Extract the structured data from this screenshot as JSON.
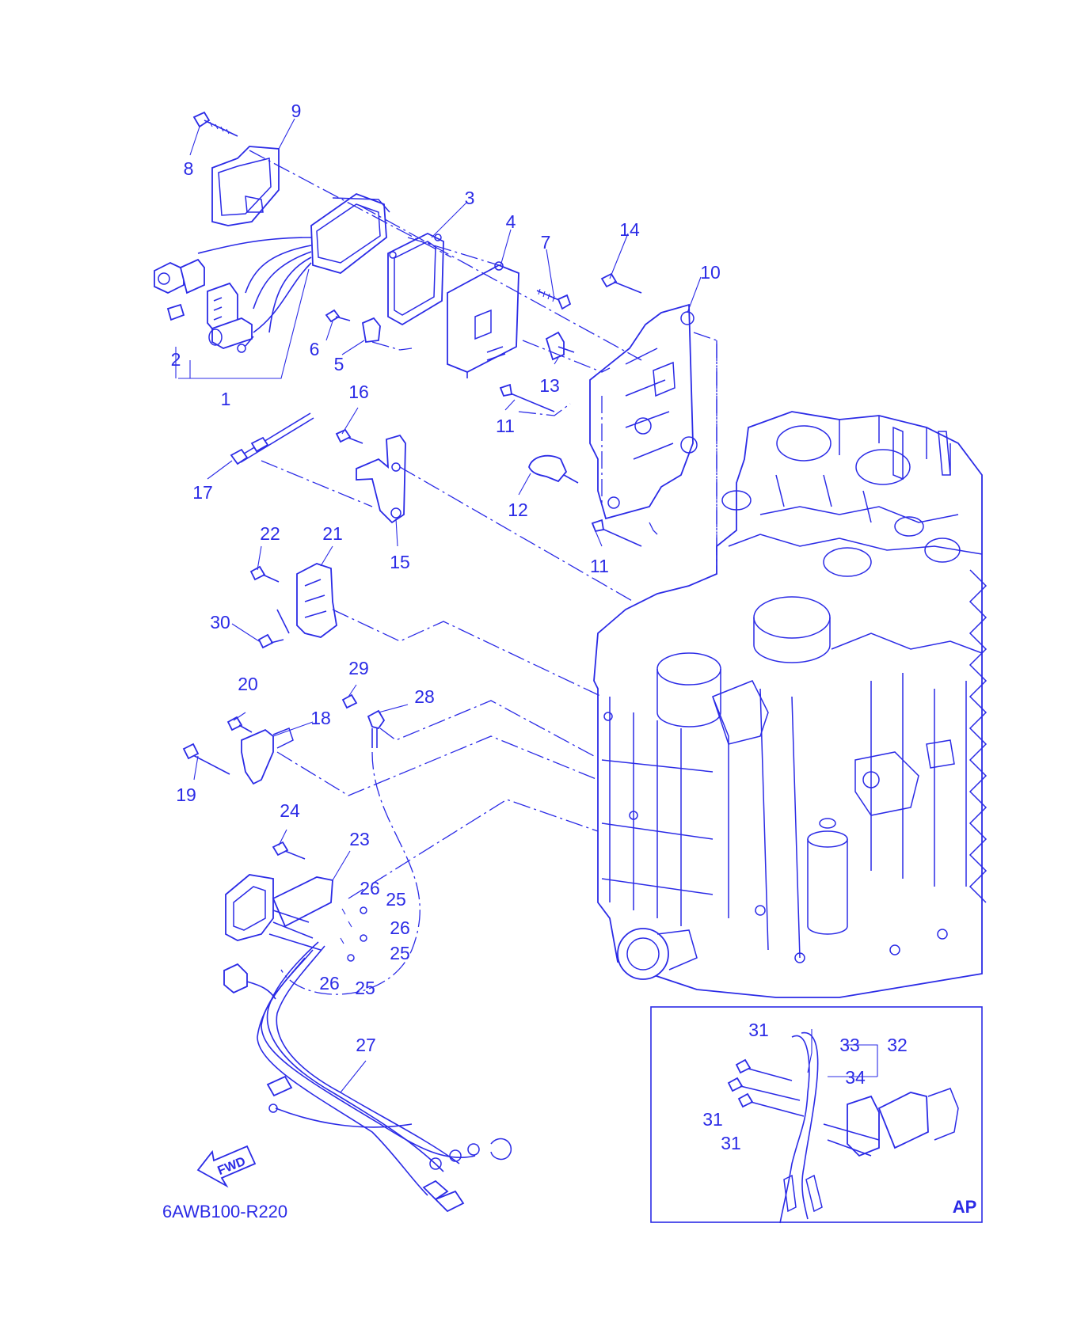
{
  "diagram": {
    "drawing_code": "6AWB100-R220",
    "inset_label": "AP",
    "fwd_label": "FWD",
    "colors": {
      "line": "#2b2be6",
      "background": "#ffffff"
    },
    "callouts": [
      {
        "id": "c1",
        "text": "1"
      },
      {
        "id": "c2",
        "text": "2"
      },
      {
        "id": "c3",
        "text": "3"
      },
      {
        "id": "c4",
        "text": "4"
      },
      {
        "id": "c5",
        "text": "5"
      },
      {
        "id": "c6",
        "text": "6"
      },
      {
        "id": "c7",
        "text": "7"
      },
      {
        "id": "c8",
        "text": "8"
      },
      {
        "id": "c9",
        "text": "9"
      },
      {
        "id": "c10",
        "text": "10"
      },
      {
        "id": "c11a",
        "text": "11"
      },
      {
        "id": "c11b",
        "text": "11"
      },
      {
        "id": "c12",
        "text": "12"
      },
      {
        "id": "c13",
        "text": "13"
      },
      {
        "id": "c14",
        "text": "14"
      },
      {
        "id": "c15",
        "text": "15"
      },
      {
        "id": "c16",
        "text": "16"
      },
      {
        "id": "c17",
        "text": "17"
      },
      {
        "id": "c18",
        "text": "18"
      },
      {
        "id": "c19",
        "text": "19"
      },
      {
        "id": "c20",
        "text": "20"
      },
      {
        "id": "c21",
        "text": "21"
      },
      {
        "id": "c22",
        "text": "22"
      },
      {
        "id": "c23",
        "text": "23"
      },
      {
        "id": "c24",
        "text": "24"
      },
      {
        "id": "c25a",
        "text": "25"
      },
      {
        "id": "c25b",
        "text": "25"
      },
      {
        "id": "c25c",
        "text": "25"
      },
      {
        "id": "c26a",
        "text": "26"
      },
      {
        "id": "c26b",
        "text": "26"
      },
      {
        "id": "c26c",
        "text": "26"
      },
      {
        "id": "c27",
        "text": "27"
      },
      {
        "id": "c28",
        "text": "28"
      },
      {
        "id": "c29",
        "text": "29"
      },
      {
        "id": "c30",
        "text": "30"
      },
      {
        "id": "c31a",
        "text": "31"
      },
      {
        "id": "c31b",
        "text": "31"
      },
      {
        "id": "c31c",
        "text": "31"
      },
      {
        "id": "c32",
        "text": "32"
      },
      {
        "id": "c33",
        "text": "33"
      },
      {
        "id": "c34",
        "text": "34"
      }
    ]
  }
}
